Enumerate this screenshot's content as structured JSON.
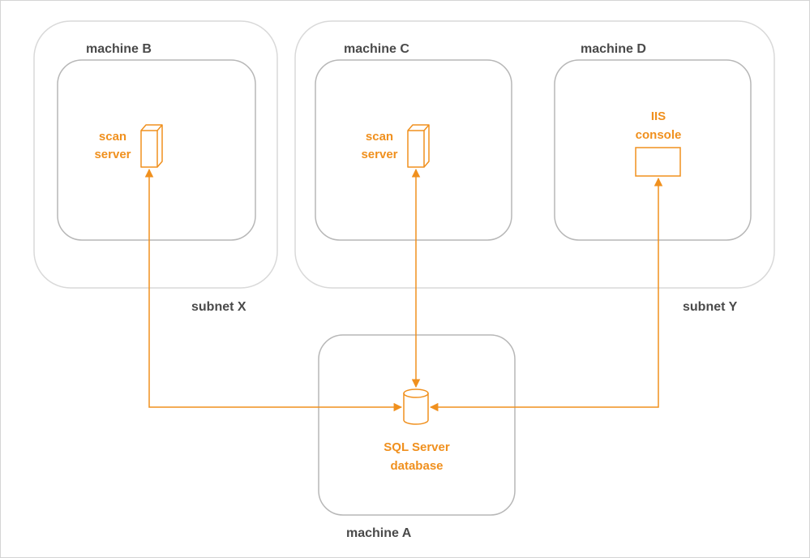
{
  "colors": {
    "accent": "#f0901e",
    "box_border": "#b7b7b7",
    "subnet_border": "#d9d9d9",
    "text_dark": "#4a4a4a"
  },
  "subnets": {
    "x_label": "subnet X",
    "y_label": "subnet Y"
  },
  "machines": {
    "a": {
      "label": "machine A",
      "component_line1": "SQL Server",
      "component_line2": "database",
      "icon": "database-cylinder-icon"
    },
    "b": {
      "label": "machine B",
      "component_line1": "scan",
      "component_line2": "server",
      "icon": "server-tower-icon"
    },
    "c": {
      "label": "machine C",
      "component_line1": "scan",
      "component_line2": "server",
      "icon": "server-tower-icon"
    },
    "d": {
      "label": "machine D",
      "component_line1": "IIS",
      "component_line2": "console",
      "icon": "console-window-icon"
    }
  },
  "connections": [
    {
      "from": "machine B scan server",
      "to": "machine A SQL Server database",
      "bidirectional": true
    },
    {
      "from": "machine C scan server",
      "to": "machine A SQL Server database",
      "bidirectional": true
    },
    {
      "from": "machine D IIS console",
      "to": "machine A SQL Server database",
      "bidirectional": true
    }
  ]
}
